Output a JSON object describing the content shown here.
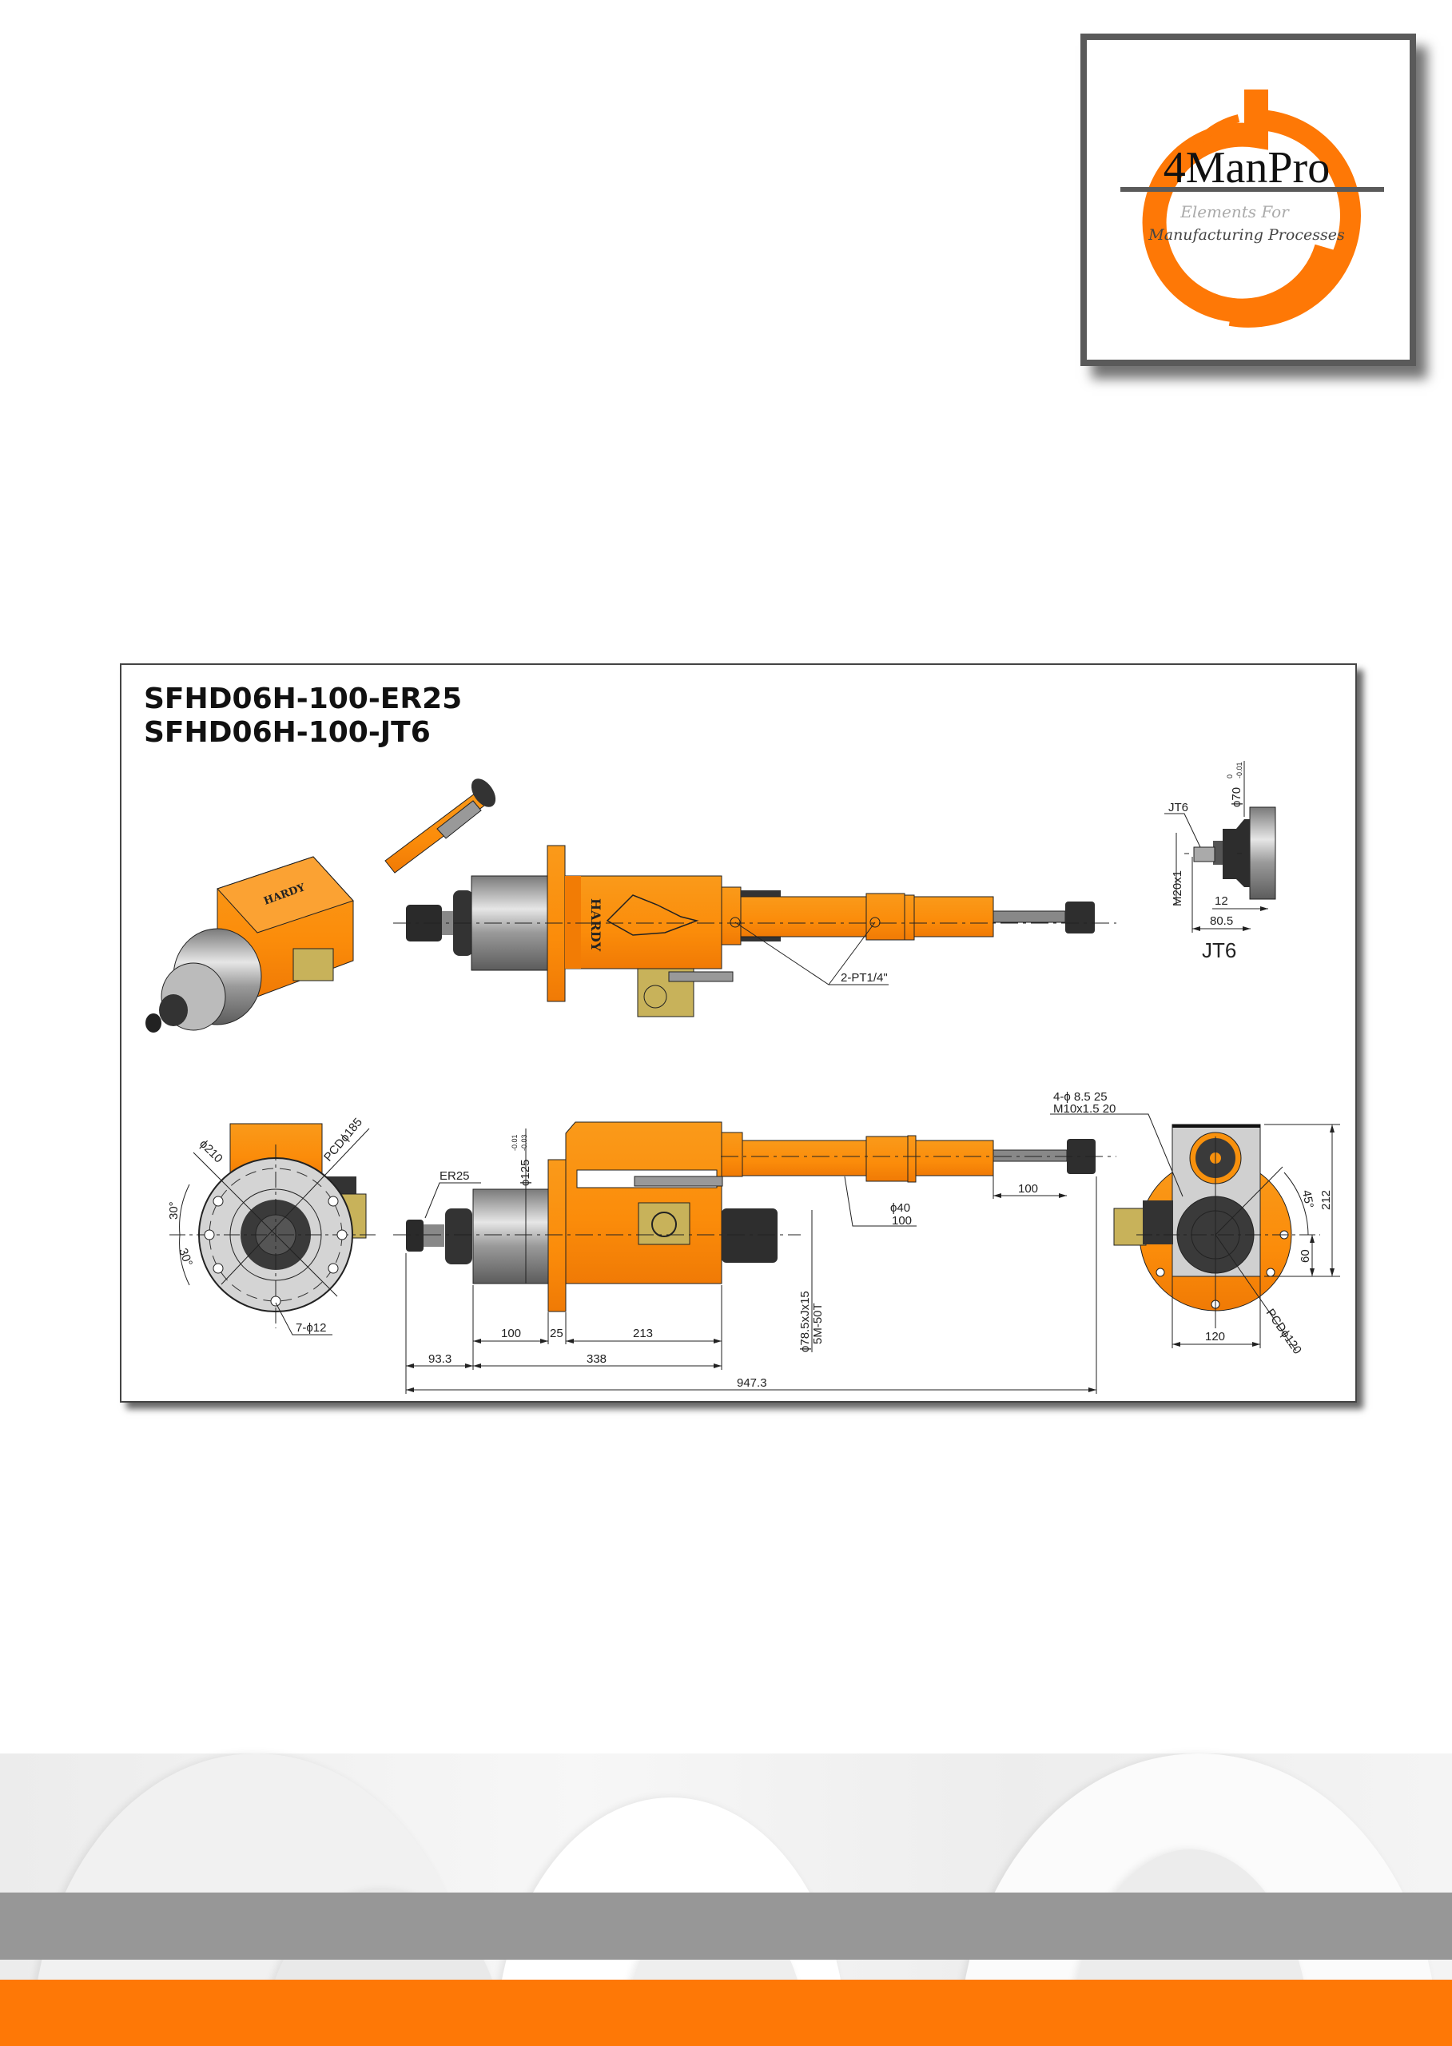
{
  "logo": {
    "brand": "4ManPro",
    "tagline_line1": "Elements For",
    "tagline_line2": "Manufacturing Processes"
  },
  "drawing": {
    "title_lines": [
      "SFHD06H-100-ER25",
      "SFHD06H-100-JT6"
    ],
    "brand_mark": "HARDY",
    "top_view": {
      "port_callout": "2-PT1/4\""
    },
    "jt6_view": {
      "callout": "JT6",
      "diameter": "ϕ70",
      "diameter_tol_upper": "0",
      "diameter_tol_lower": "-0.01",
      "thread": "M20x1",
      "dim_12": "12",
      "dim_80_5": "80.5",
      "caption": "JT6"
    },
    "front_view": {
      "outer_diameter": "ϕ210",
      "pcd": "PCDϕ185",
      "angle_upper": "30°",
      "angle_lower": "30°",
      "holes": "7-ϕ12"
    },
    "side_view": {
      "collet": "ER25",
      "spindle_diameter": "ϕ125",
      "spindle_tol_upper": "-0.01",
      "spindle_tol_lower": "-0.03",
      "dim_100": "100",
      "dim_25": "25",
      "dim_213": "213",
      "dim_93_3": "93.3",
      "dim_338": "338",
      "dim_947_3": "947.3",
      "motor_line1": "ϕ78.5xJx15",
      "motor_line2": "5M-50T",
      "tube_line1": "ϕ40",
      "tube_line2": "100",
      "rod_length": "100"
    },
    "rear_view": {
      "holes_line1": "4-ϕ 8.5   25",
      "holes_line2": "M10x1.5     20",
      "angle": "45°",
      "height": "212",
      "offset": "60",
      "width": "120",
      "pcd": "PCDϕ120"
    }
  },
  "colors": {
    "accent_orange": "#fe7806",
    "part_orange": "#f8910d",
    "band_gray": "#979797",
    "frame_gray": "#5a5a5a"
  }
}
